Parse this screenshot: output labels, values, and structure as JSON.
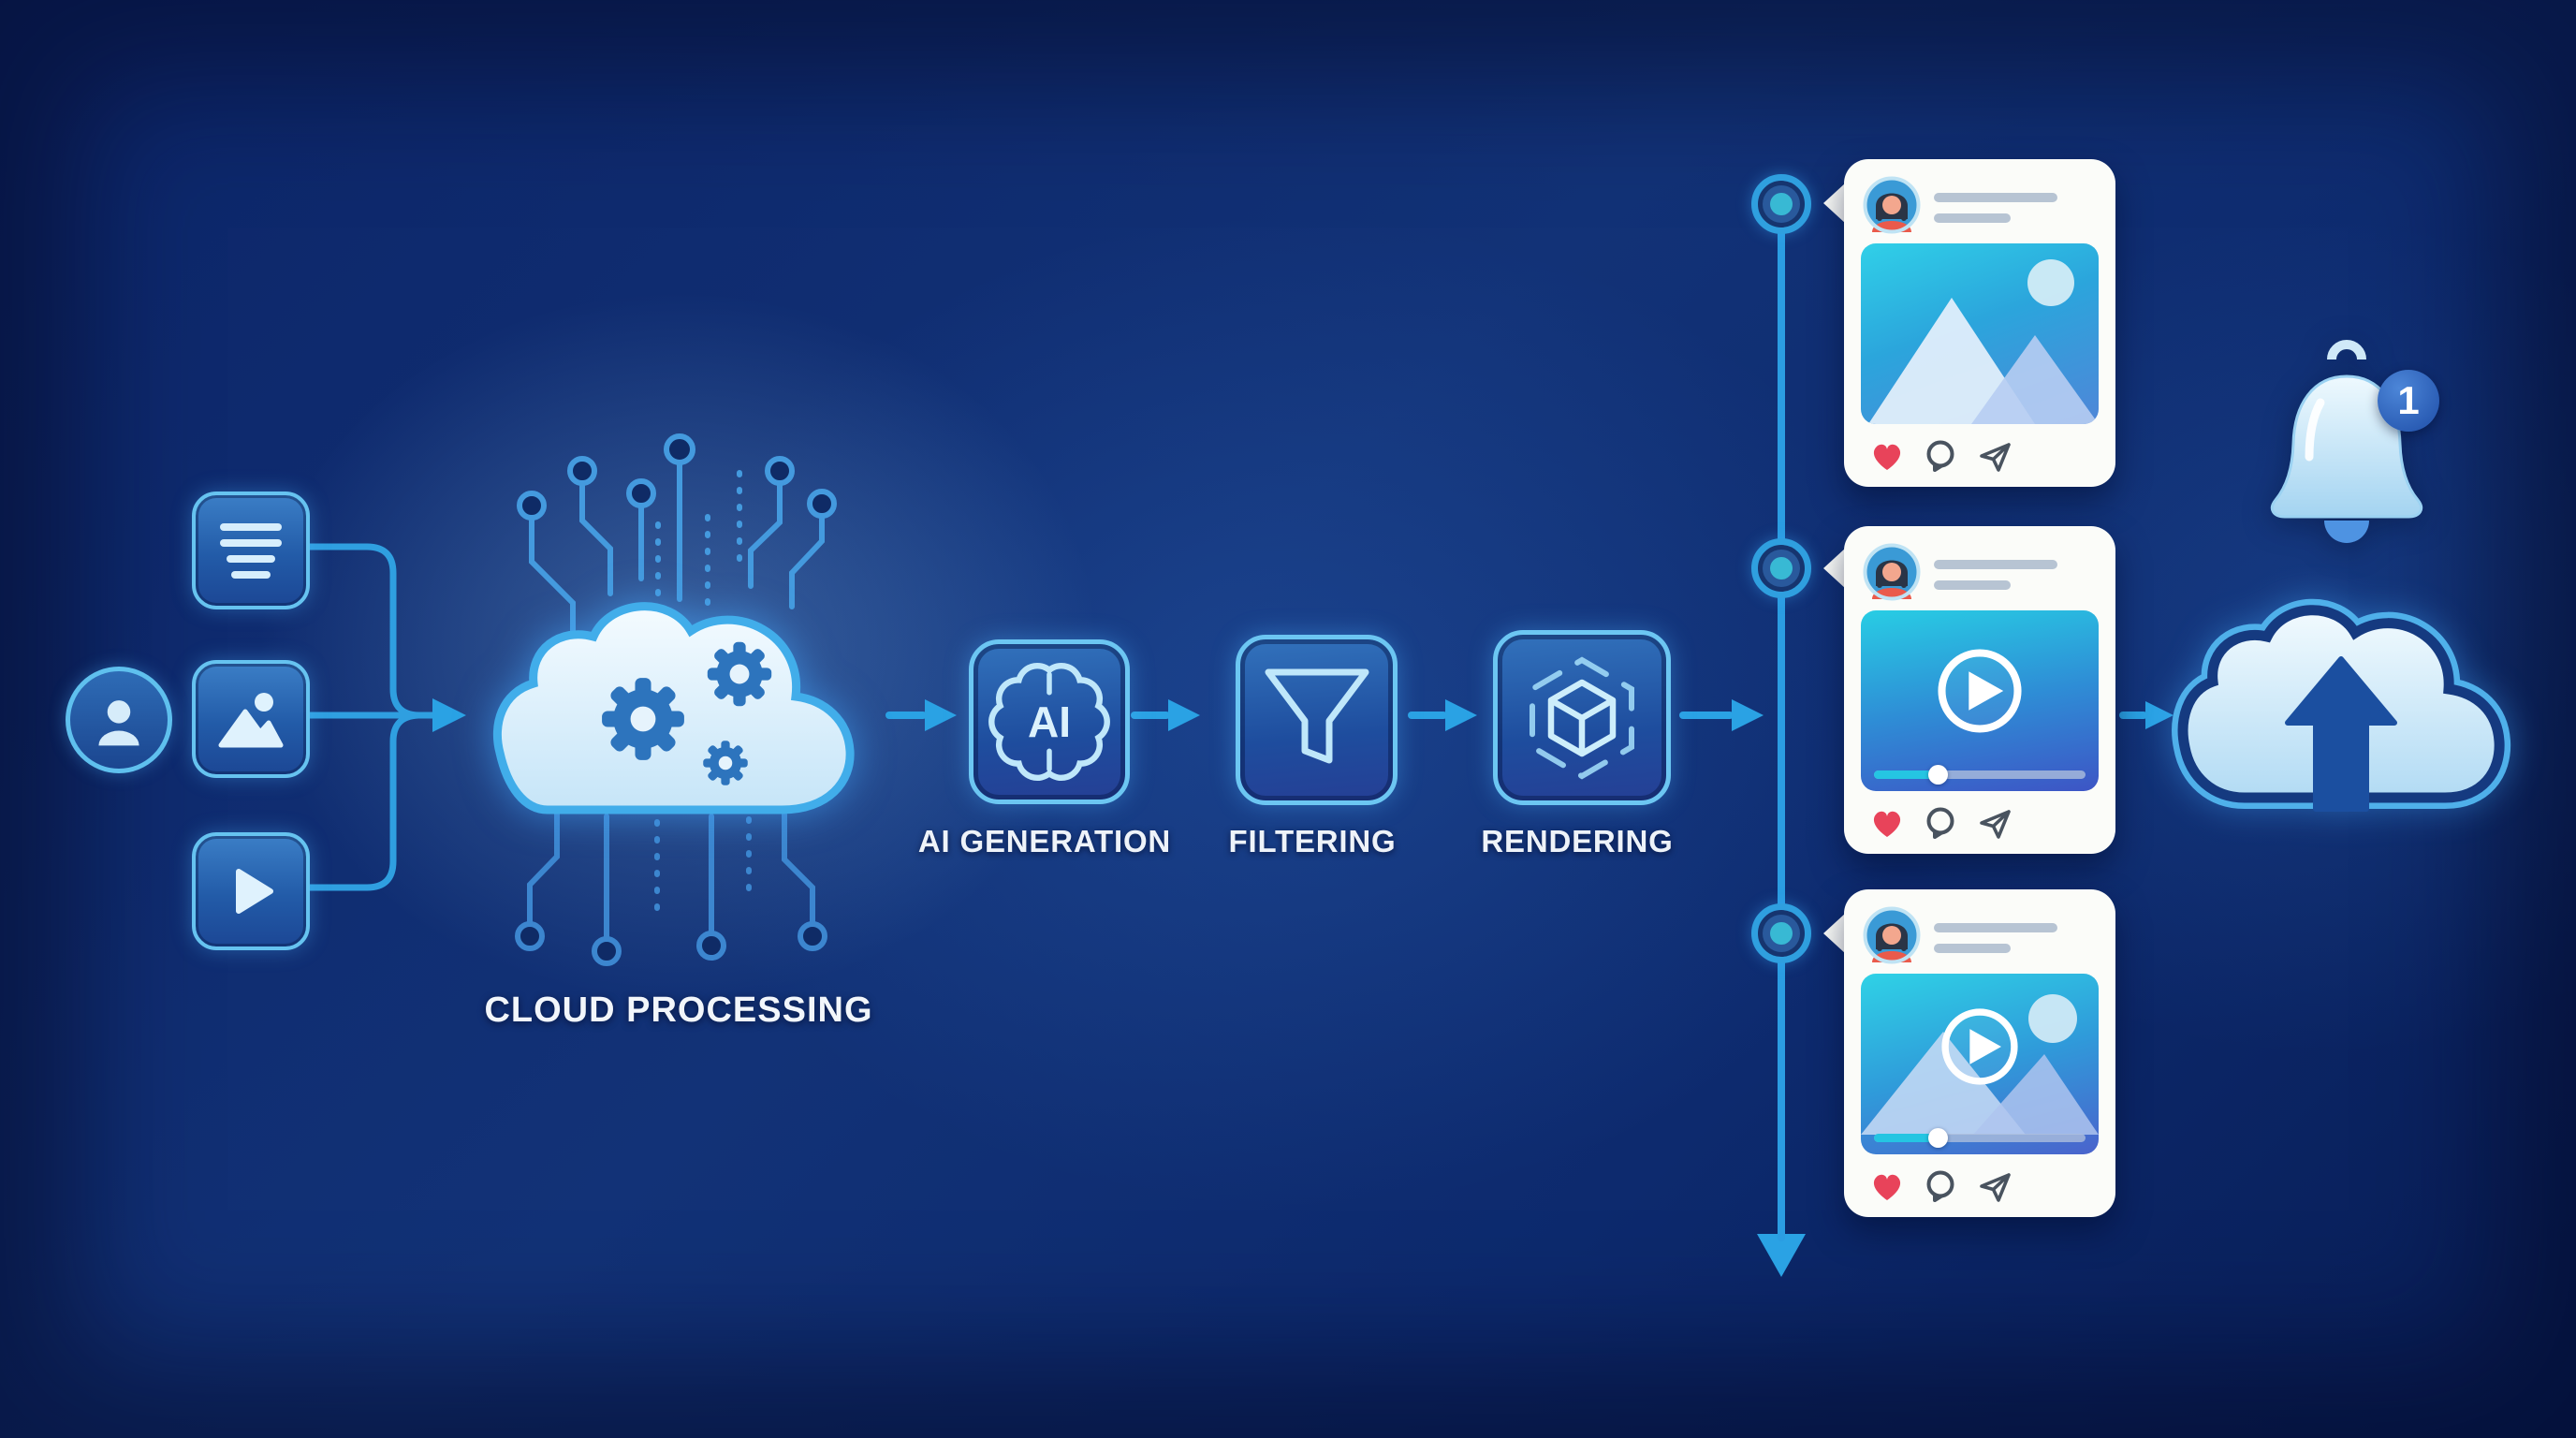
{
  "inputs": {
    "user_icon": "user-avatar-icon",
    "items": [
      {
        "name": "text-input",
        "icon": "document-text-icon"
      },
      {
        "name": "image-input",
        "icon": "image-icon"
      },
      {
        "name": "video-input",
        "icon": "video-play-icon"
      }
    ]
  },
  "processing": {
    "label": "CLOUD PROCESSING",
    "icon": "cloud-gears-icon"
  },
  "steps": [
    {
      "label": "AI GENERATION",
      "icon": "ai-brain-icon",
      "monogram": "AI"
    },
    {
      "label": "FILTERING",
      "icon": "filter-funnel-icon"
    },
    {
      "label": "RENDERING",
      "icon": "cube-3d-icon"
    }
  ],
  "feed": {
    "action_icons": [
      "heart-icon",
      "comment-icon",
      "share-icon"
    ],
    "posts": [
      {
        "kind": "image"
      },
      {
        "kind": "video"
      },
      {
        "kind": "image-video"
      }
    ]
  },
  "output": {
    "notification": {
      "badge": "1",
      "icon": "bell-icon"
    },
    "upload": {
      "icon": "cloud-upload-icon"
    }
  },
  "colors": {
    "background": "#0e2b6e",
    "accent_arrow": "#2f9fe0",
    "card": "#fbfcf9",
    "heart": "#e8435a",
    "teal": "#29c8e2"
  }
}
